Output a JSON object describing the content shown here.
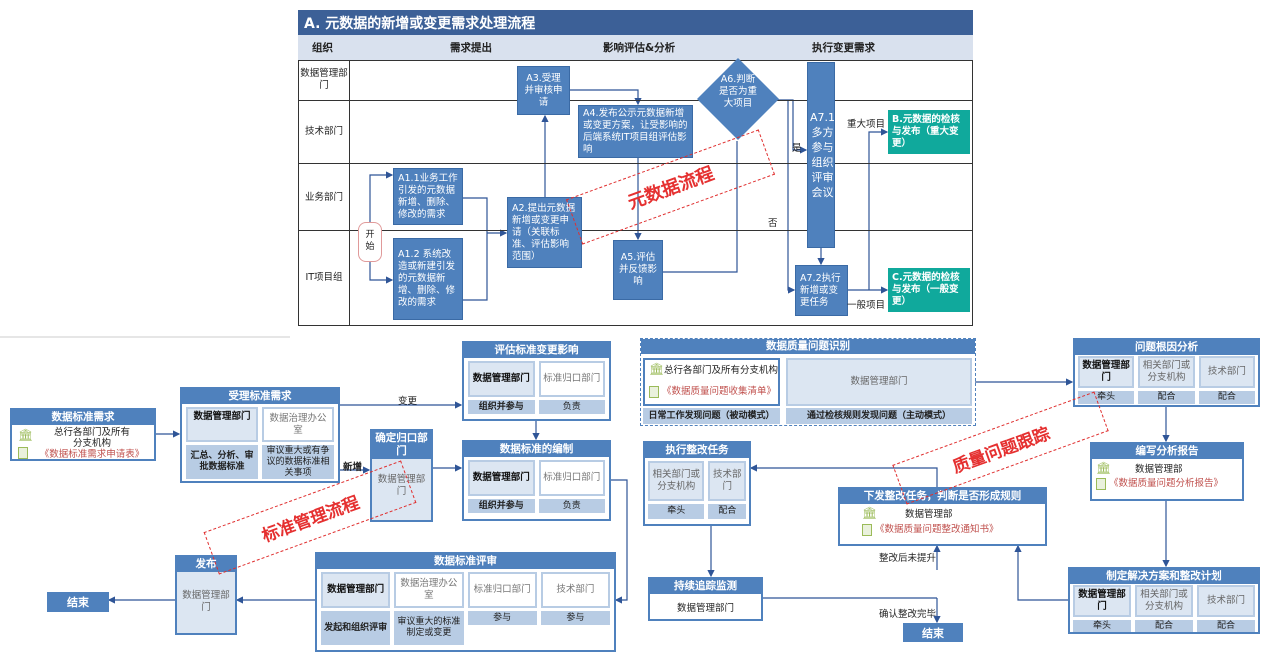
{
  "top": {
    "title": "A. 元数据的新增或变更需求处理流程",
    "headers": [
      "组织",
      "需求提出",
      "影响评估&分析",
      "执行变更需求"
    ],
    "rows": [
      "数据管理部门",
      "技术部门",
      "业务部门",
      "IT项目组"
    ],
    "start": "开始",
    "a1_1": "A1.1业务工作引发的元数据新增、删除、修改的需求",
    "a1_2": "A1.2 系统改造或新建引发的元数据新增、删除、修改的需求",
    "a2": "A2.提出元数据新增或变更申请（关联标准、评估影响范围）",
    "a3": "A3.受理并审核申请",
    "a4": "A4.发布公示元数据新增或变更方案，让受影响的后端系统IT项目组评估影响",
    "a5": "A5.评估并反馈影响",
    "a6": "A6.判断是否为重大项目",
    "a7_1": "A7.1多方参与组织评审会议",
    "a7_2": "A7.2执行新增或变更任务",
    "b": "B.元数据的检核与发布（重大变更）",
    "c": "C.元数据的检核与发布（一般变更）",
    "label_major": "重大项目",
    "label_yes": "是",
    "label_no": "否",
    "label_general": "一般项目",
    "stamp": "元数据流程"
  },
  "standard": {
    "request": {
      "title": "数据标准需求",
      "source": "总行各部门及所有分支机构",
      "form": "《数据标准需求申请表》"
    },
    "accept": {
      "title": "受理标准需求",
      "cells": [
        {
          "role": "数据管理部门",
          "duty": "汇总、分析、审批数据标准"
        },
        {
          "role": "数据治理办公室",
          "duty": "审议重大或有争议的数据标准相关事项"
        }
      ]
    },
    "evaluate": {
      "title": "评估标准变更影响",
      "cells": [
        {
          "role": "数据管理部门",
          "duty": "组织并参与"
        },
        {
          "role": "标准归口部门",
          "duty": "负责"
        }
      ]
    },
    "confirm": {
      "title": "确定归口部门",
      "body": "数据管理部门"
    },
    "compile": {
      "title": "数据标准的编制",
      "cells": [
        {
          "role": "数据管理部门",
          "duty": "组织并参与"
        },
        {
          "role": "标准归口部门",
          "duty": "负责"
        }
      ]
    },
    "review": {
      "title": "数据标准评审",
      "cells": [
        {
          "role": "数据管理部门",
          "duty": "发起和组织评审"
        },
        {
          "role": "数据治理办公室",
          "duty": "审议重大的标准制定或变更"
        },
        {
          "role": "标准归口部门",
          "duty": "参与"
        },
        {
          "role": "技术部门",
          "duty": "参与"
        }
      ]
    },
    "publish": {
      "title": "发布",
      "body": "数据管理部门"
    },
    "end": "结束",
    "label_change": "变更",
    "label_new": "新增",
    "stamp": "标准管理流程"
  },
  "quality": {
    "identify": {
      "title": "数据质量问题识别",
      "source": "总行各部门及所有分支机构",
      "form": "《数据质量问题收集清单》",
      "passive": "日常工作发现问题（被动模式）",
      "dept": "数据管理部门",
      "active": "通过检核规则发现问题（主动模式）"
    },
    "root": {
      "title": "问题根因分析",
      "cells": [
        {
          "role": "数据管理部门",
          "duty": "牵头"
        },
        {
          "role": "相关部门或分支机构",
          "duty": "配合"
        },
        {
          "role": "技术部门",
          "duty": "配合"
        }
      ]
    },
    "report": {
      "title": "编写分析报告",
      "dept": "数据管理部",
      "form": "《数据质量问题分析报告》"
    },
    "plan": {
      "title": "制定解决方案和整改计划",
      "cells": [
        {
          "role": "数据管理部门",
          "duty": "牵头"
        },
        {
          "role": "相关部门或分支机构",
          "duty": "配合"
        },
        {
          "role": "技术部门",
          "duty": "配合"
        }
      ]
    },
    "dispatch": {
      "title": "下发整改任务，判断是否形成规则",
      "dept": "数据管理部",
      "form": "《数据质量问题整改通知书》"
    },
    "execute": {
      "title": "执行整改任务",
      "cells": [
        {
          "role": "相关部门或分支机构",
          "duty": "牵头"
        },
        {
          "role": "技术部门",
          "duty": "配合"
        }
      ]
    },
    "monitor": {
      "title": "持续追踪监测",
      "body": "数据管理部门"
    },
    "end": "结束",
    "label_not_improved": "整改后未提升",
    "label_confirmed": "确认整改完毕",
    "stamp": "质量问题跟踪"
  },
  "colors": {
    "box": "#4f81bd",
    "header": "#3c6097",
    "teal": "#10a99c",
    "stamp": "#e53030"
  }
}
